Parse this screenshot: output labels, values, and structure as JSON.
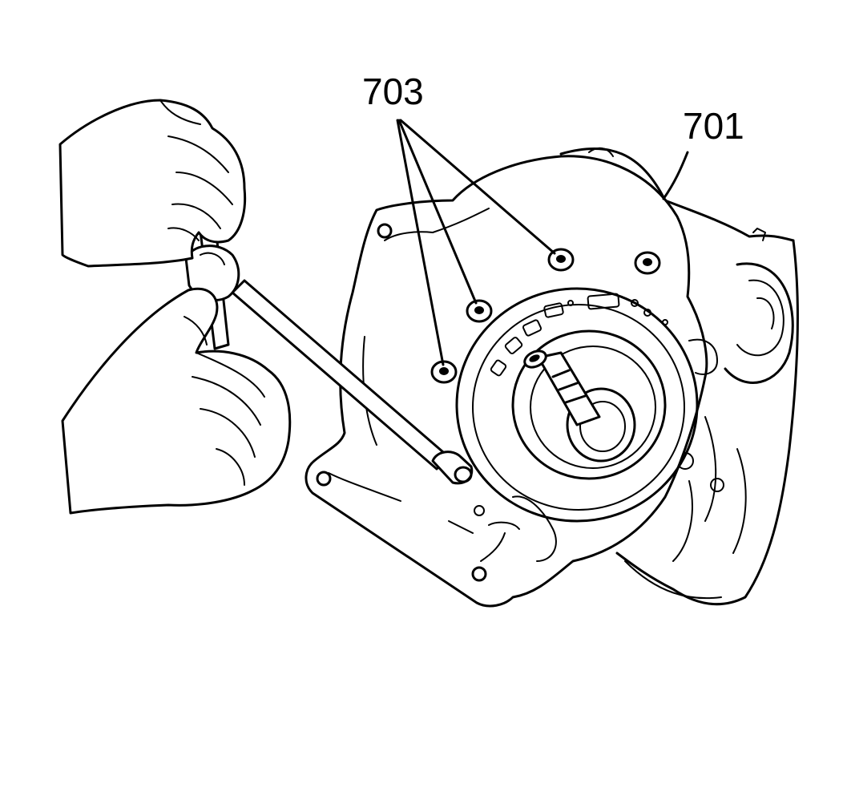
{
  "figure": {
    "callouts": [
      {
        "id": "callout-703",
        "label": "703"
      },
      {
        "id": "callout-701",
        "label": "701"
      }
    ]
  }
}
